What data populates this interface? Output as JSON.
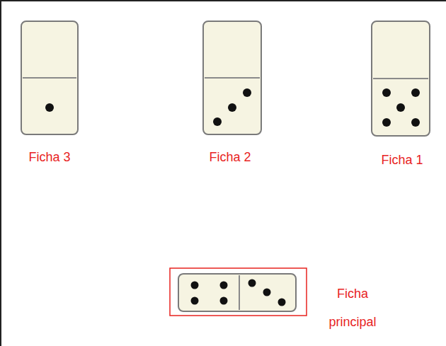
{
  "diagram": {
    "labels": [
      "Ficha 3",
      "Ficha 2",
      "Ficha 1",
      "Ficha principal"
    ]
  }
}
